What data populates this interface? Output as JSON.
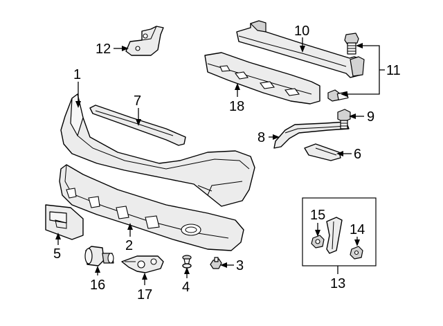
{
  "diagram": {
    "callouts": [
      {
        "id": "1",
        "label": "1"
      },
      {
        "id": "2",
        "label": "2"
      },
      {
        "id": "3",
        "label": "3"
      },
      {
        "id": "4",
        "label": "4"
      },
      {
        "id": "5",
        "label": "5"
      },
      {
        "id": "6",
        "label": "6"
      },
      {
        "id": "7",
        "label": "7"
      },
      {
        "id": "8",
        "label": "8"
      },
      {
        "id": "9",
        "label": "9"
      },
      {
        "id": "10",
        "label": "10"
      },
      {
        "id": "11",
        "label": "11"
      },
      {
        "id": "12",
        "label": "12"
      },
      {
        "id": "13",
        "label": "13"
      },
      {
        "id": "14",
        "label": "14"
      },
      {
        "id": "15",
        "label": "15"
      },
      {
        "id": "16",
        "label": "16"
      },
      {
        "id": "17",
        "label": "17"
      },
      {
        "id": "18",
        "label": "18"
      }
    ],
    "line_color": "#000000",
    "part_fill": "#ececec",
    "background": "#ffffff"
  }
}
